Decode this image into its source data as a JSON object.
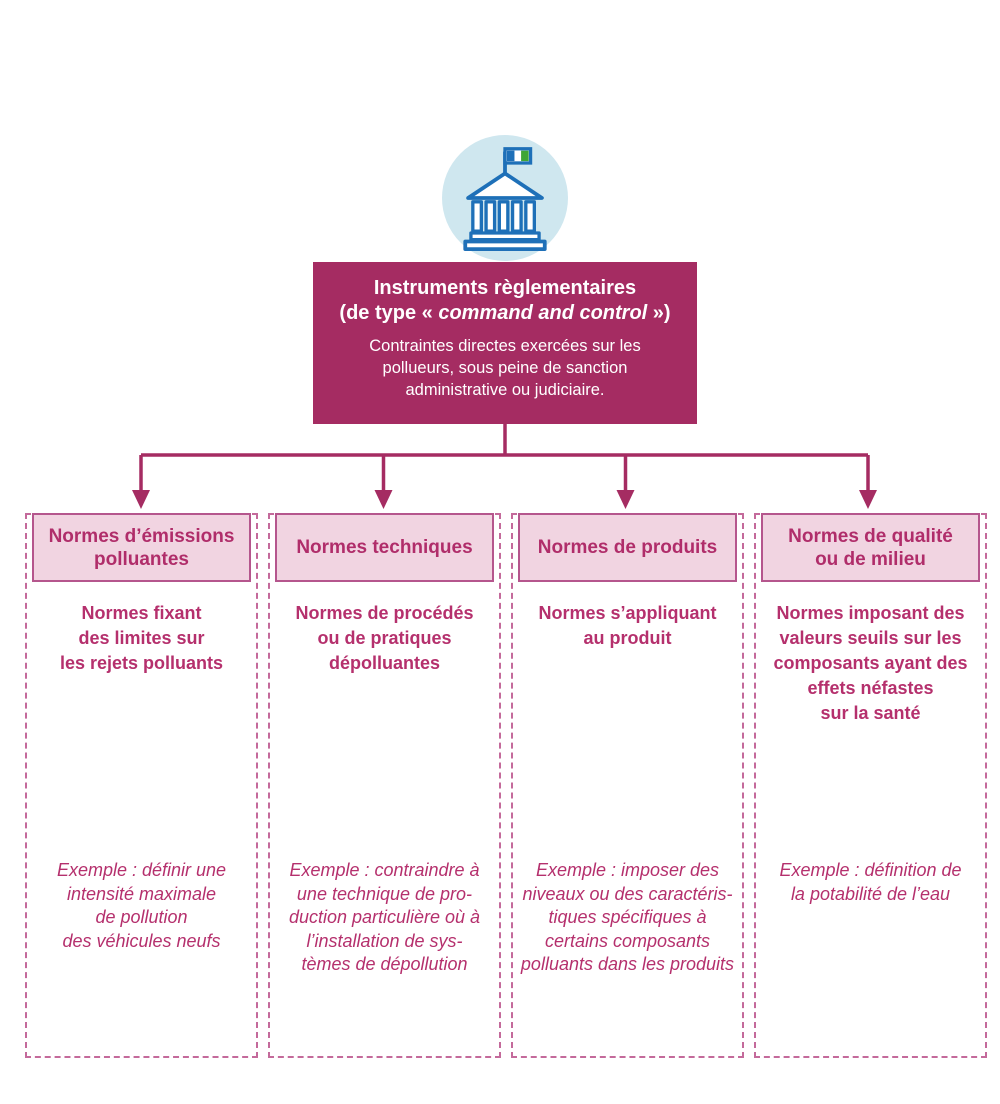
{
  "palette": {
    "root_box_bg": "#a52c62",
    "header_bg": "#f1d4e1",
    "header_border": "#b5568d",
    "dashed_border": "#c46a9b",
    "pink_text": "#b5306d",
    "icon_circle_bg": "#cfe7ef",
    "building_blue": "#1e70b8",
    "flag_green": "#3fa535",
    "white": "#ffffff"
  },
  "icon": {
    "name": "government-building-icon"
  },
  "root_box": {
    "title_line1": "Instruments règlementaires",
    "title_line2_prefix": "(de type « ",
    "title_line2_italic": "command and control",
    "title_line2_suffix": " »)",
    "description": "Contraintes directes exercées sur les\npollueurs, sous peine de sanction\nadministrative ou judiciaire."
  },
  "columns": [
    {
      "header": "Normes d’émissions\npolluantes",
      "body": "Normes fixant\ndes limites sur\nles rejets polluants",
      "example": "Exemple : définir une\nintensité maximale\nde pollution\ndes véhicules neufs"
    },
    {
      "header": "Normes techniques",
      "body": "Normes de procédés\nou de pratiques\ndépolluantes",
      "example": "Exemple : contraindre à\nune technique de pro-\nduction particulière où à\nl’installation de sys-\ntèmes de dépollution"
    },
    {
      "header": "Normes de produits",
      "body": "Normes s’appliquant\nau produit",
      "example": "Exemple : imposer des\nniveaux ou des caractéris-\ntiques spécifiques à\ncertains composants\npolluants dans les produits"
    },
    {
      "header": "Normes de qualité\nou de milieu",
      "body": "Normes imposant des\nvaleurs seuils sur les\ncomposants ayant des\neffets néfastes\nsur la santé",
      "example": "Exemple : définition de\nla potabilité de l’eau"
    }
  ]
}
